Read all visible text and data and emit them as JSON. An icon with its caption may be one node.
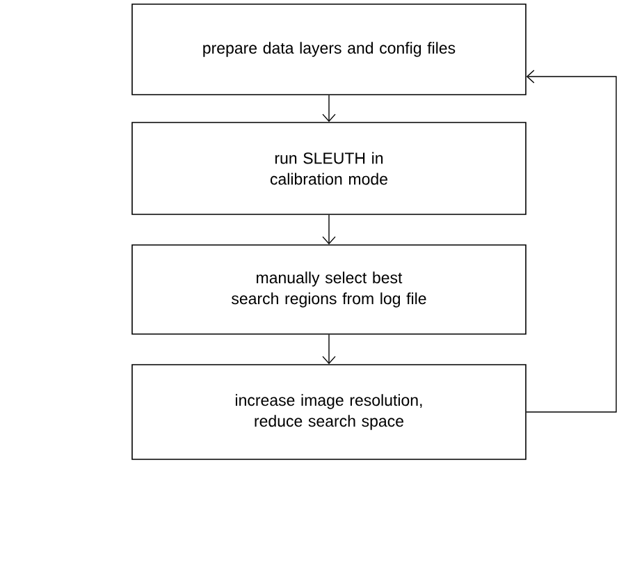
{
  "diagram": {
    "nodes": [
      {
        "text": [
          "prepare data layers and config files"
        ]
      },
      {
        "text": [
          "run SLEUTH in calibration mode"
        ]
      },
      {
        "text": [
          "manually select best search regions from log file"
        ]
      },
      {
        "text": [
          "increase image resolution, reduce search space"
        ]
      }
    ],
    "edges": [
      {
        "from": 0,
        "to": 1,
        "arrow": "to"
      },
      {
        "from": 1,
        "to": 2,
        "arrow": "to"
      },
      {
        "from": 2,
        "to": 3,
        "arrow": "to"
      },
      {
        "from": 3,
        "to": 0,
        "arrow": "to"
      }
    ]
  }
}
